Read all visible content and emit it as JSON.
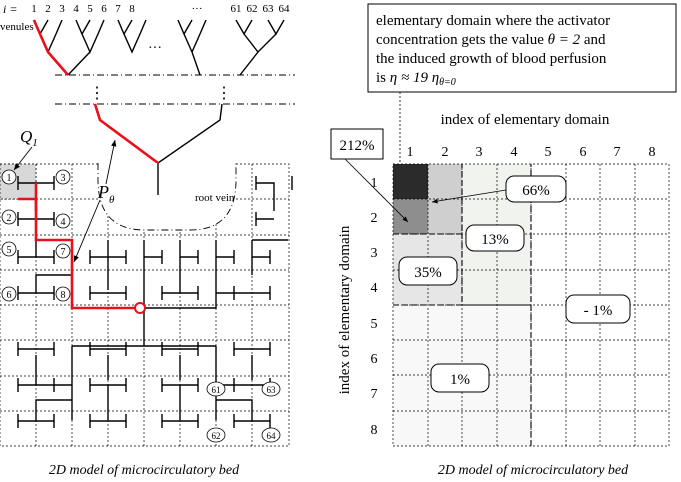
{
  "left_panel": {
    "i_label": "i =",
    "top_indices": [
      "1",
      "2",
      "3",
      "4",
      "5",
      "6",
      "7",
      "8"
    ],
    "ellipsis": "···",
    "top_indices_right": [
      "61",
      "62",
      "63",
      "64"
    ],
    "venules_label": "venules",
    "mid_ellipsis": "···",
    "vdots": "⋮",
    "q1_label": "Q",
    "q1_sub": "1",
    "p_theta_label": "P",
    "p_theta_sub": "θ",
    "root_vein_label": "root vein",
    "circled_labels": [
      {
        "text": "1"
      },
      {
        "text": "3"
      },
      {
        "text": "2"
      },
      {
        "text": "4"
      },
      {
        "text": "5"
      },
      {
        "text": "7"
      },
      {
        "text": "6"
      },
      {
        "text": "8"
      },
      {
        "text": "61"
      },
      {
        "text": "63"
      },
      {
        "text": "62"
      },
      {
        "text": "64"
      }
    ],
    "caption": "2D model of microcirculatory bed"
  },
  "right_panel": {
    "callout": {
      "line1": "elementary domain where the activator",
      "line2_a": "concentration gets the value ",
      "line2_b": "θ = 2",
      "line2_c": " and",
      "line3": "the induced growth of  blood perfusion",
      "line4_a": "is ",
      "line4_b": "η ≈ 19 η",
      "line4_sub": "θ=0"
    },
    "top_axis_label": "index of elementary domain",
    "left_axis_label": "index of elementary domain",
    "column_indices": [
      "1",
      "2",
      "3",
      "4",
      "5",
      "6",
      "7",
      "8"
    ],
    "row_indices": [
      "1",
      "2",
      "3",
      "4",
      "5",
      "6",
      "7",
      "8"
    ],
    "pct_212": "212%",
    "pct_66": "66%",
    "pct_13": "13%",
    "pct_35": "35%",
    "pct_neg1": "- 1%",
    "pct_1": "1%",
    "caption": "2D model of microcirculatory bed",
    "colors": {
      "cell_11": "#2b2b2b",
      "cell_21": "#8e8e8e",
      "cell_12_22": "#cfcfcf",
      "zone_35": "#e6e6e6",
      "zone_13": "#f1f3ef",
      "zone_1": "#f8f8f8",
      "zone_neg1": "#ffffff"
    }
  }
}
